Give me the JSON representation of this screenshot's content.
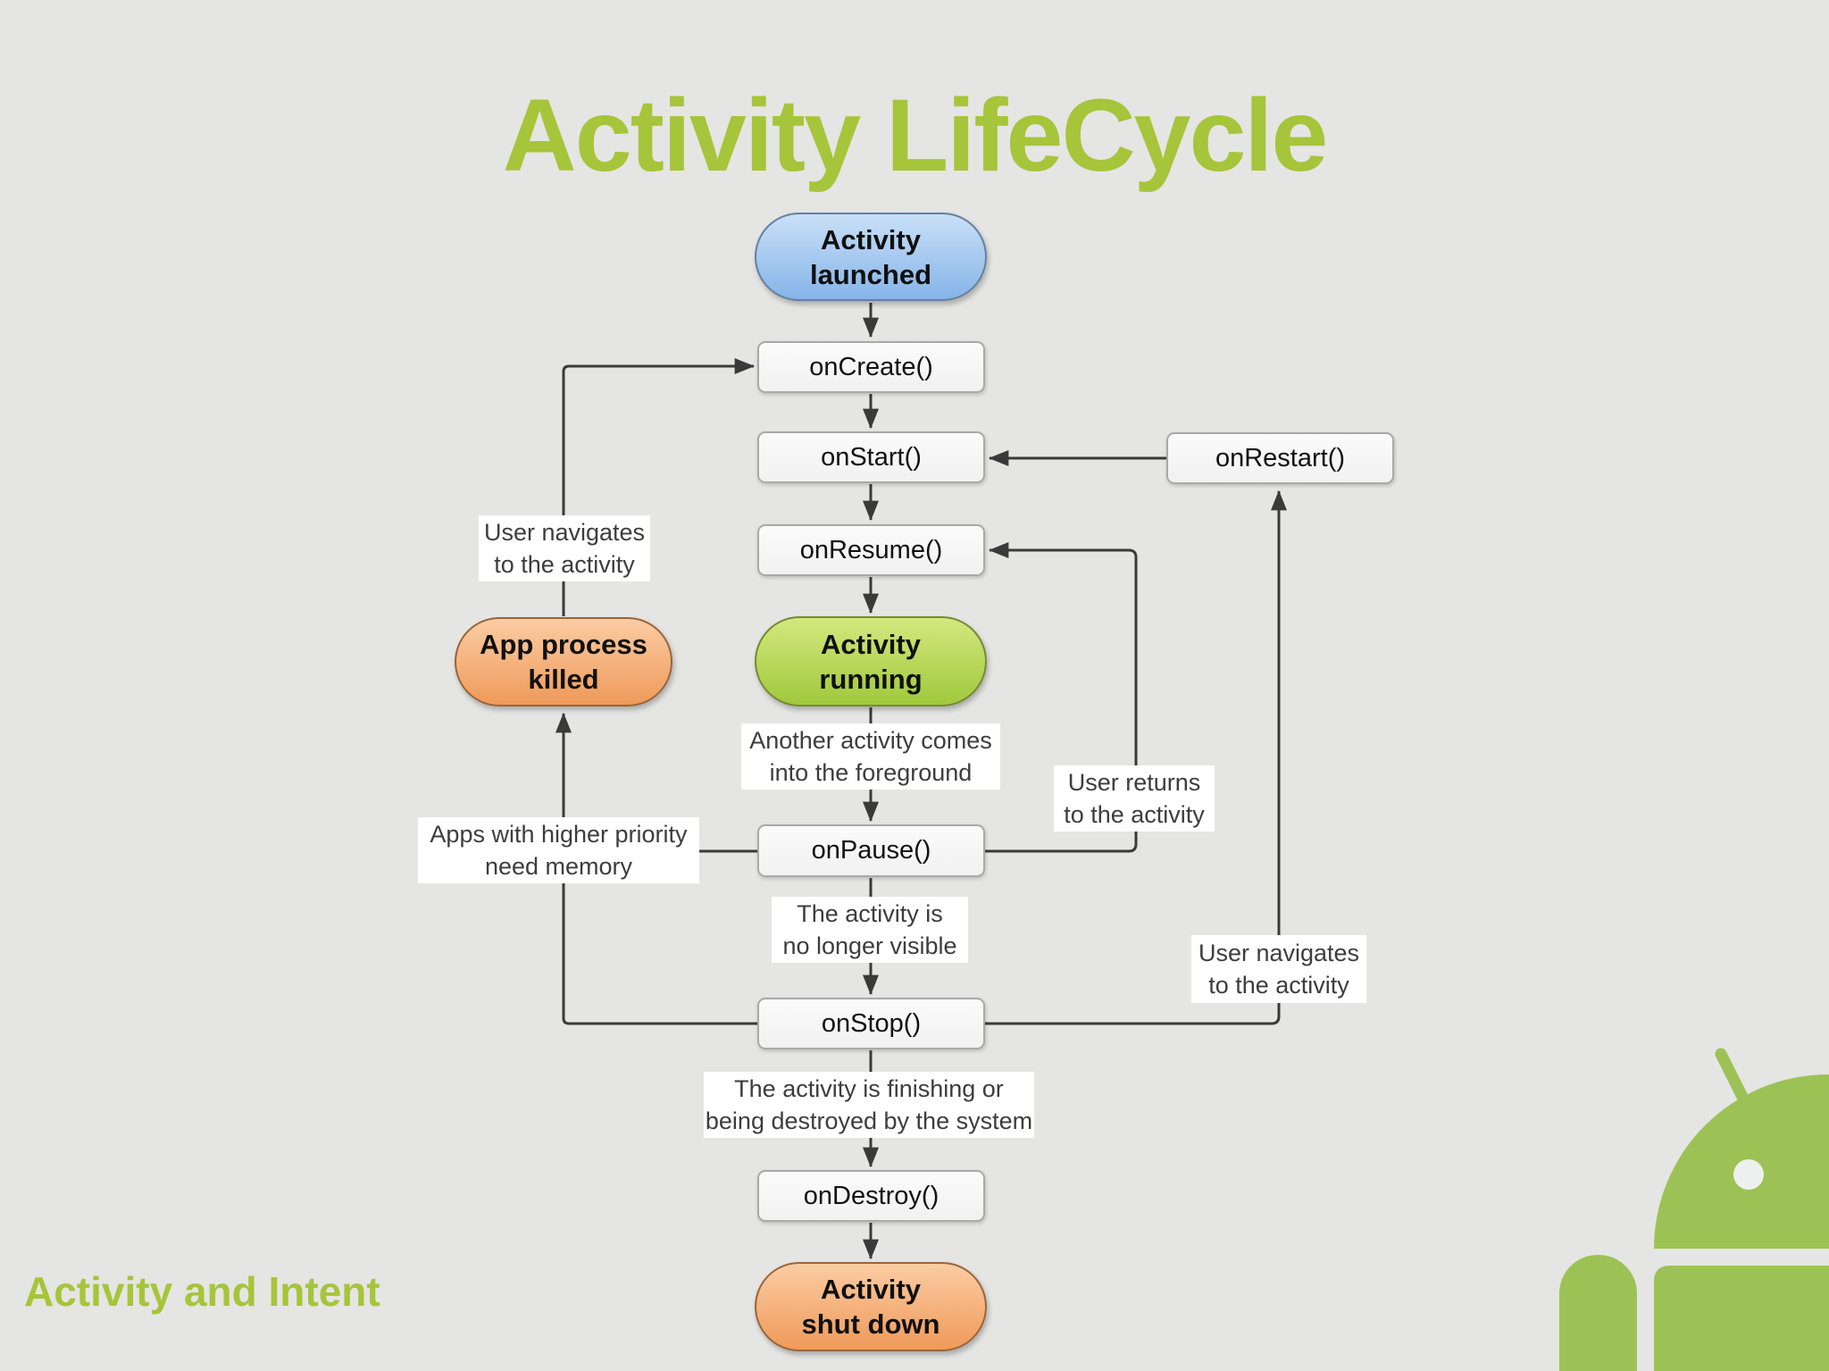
{
  "slide": {
    "title": "Activity LifeCycle",
    "footer": "Activity and Intent"
  },
  "nodes": {
    "activityLaunched": "Activity\nlaunched",
    "onCreate": "onCreate()",
    "onStart": "onStart()",
    "onResume": "onResume()",
    "activityRunning": "Activity\nrunning",
    "onPause": "onPause()",
    "onStop": "onStop()",
    "onDestroy": "onDestroy()",
    "activityShutDown": "Activity\nshut down",
    "appProcessKilled": "App process\nkilled",
    "onRestart": "onRestart()"
  },
  "annotations": {
    "userNavigatesLeft": "User navigates\nto the activity",
    "anotherActivityForeground": "Another activity comes\ninto the foreground",
    "userReturns": "User returns\nto the activity",
    "appsHigherPriority": "Apps with higher priority\nneed memory",
    "activityNoLongerVisible": "The activity is\nno longer visible",
    "userNavigatesRight": "User navigates\nto the activity",
    "activityFinishing": "The activity is finishing or\nbeing destroyed by the system"
  },
  "colors": {
    "bg": "#e5e5e3",
    "accent-green": "#a6c53a",
    "arrow": "#3a3a3a",
    "box-border": "#a9a9a9",
    "box-text": "#111111",
    "label-text": "#3d3d3d",
    "label-bg": "#ffffff",
    "blue-top": "#c9e0f7",
    "blue-bottom": "#86b4e8",
    "blue-border": "#64809f",
    "green-top": "#d3e87e",
    "green-bottom": "#9fc93c",
    "green-border": "#768a33",
    "orange-top": "#fbcca3",
    "orange-bottom": "#ef9a5a",
    "orange-border": "#99653a",
    "robot-green": "#9cc255"
  }
}
